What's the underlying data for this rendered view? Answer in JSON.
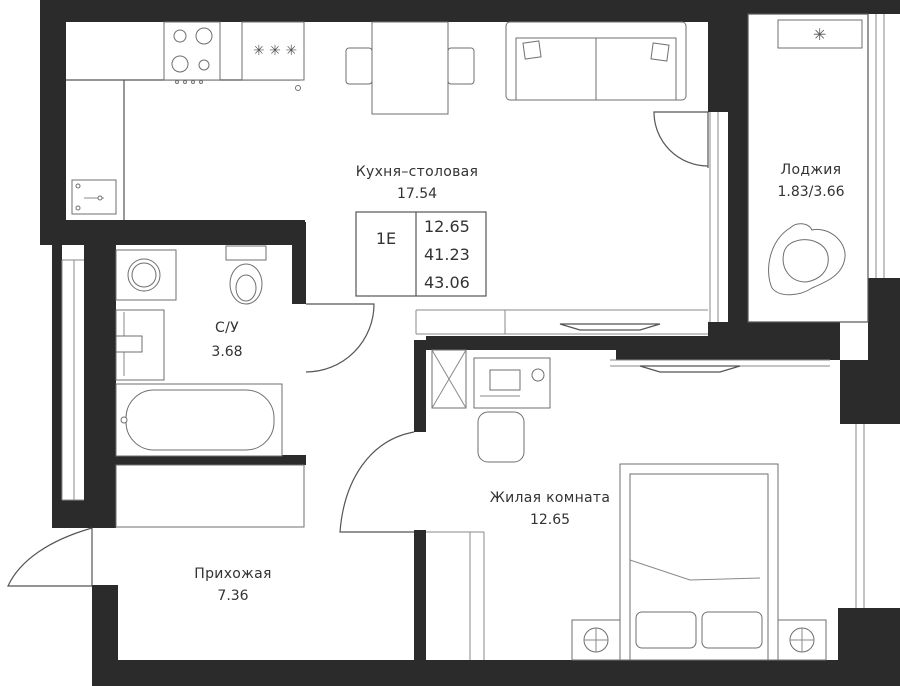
{
  "rooms": {
    "kitchen": {
      "name": "Кухня–столовая",
      "area": "17.54"
    },
    "loggia": {
      "name": "Лоджия",
      "area": "1.83/3.66"
    },
    "bathroom": {
      "name": "С/У",
      "area": "3.68"
    },
    "living": {
      "name": "Жилая комната",
      "area": "12.65"
    },
    "hallway": {
      "name": "Прихожая",
      "area": "7.36"
    }
  },
  "badge": {
    "type": "1Е",
    "living_area": "12.65",
    "total_area": "41.23",
    "total_with_loggia": "43.06"
  },
  "colors": {
    "wall": "#2b2b2b",
    "line": "#8a8a8a",
    "text": "#333333"
  }
}
